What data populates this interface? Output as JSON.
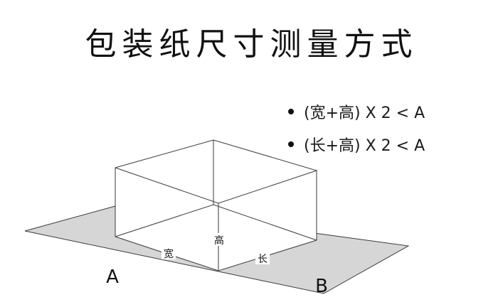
{
  "title": "包装纸尺寸测量方式",
  "rules": [
    {
      "text": "(宽+高) X 2  < A"
    },
    {
      "text": "(长+高) X 2  < A"
    }
  ],
  "labels": {
    "width": "宽",
    "height": "高",
    "length": "长",
    "side_a": "A",
    "side_b": "B"
  },
  "colors": {
    "paper_fill": "#d6d6d6",
    "line": "#3a3a3a",
    "text": "#111111"
  }
}
